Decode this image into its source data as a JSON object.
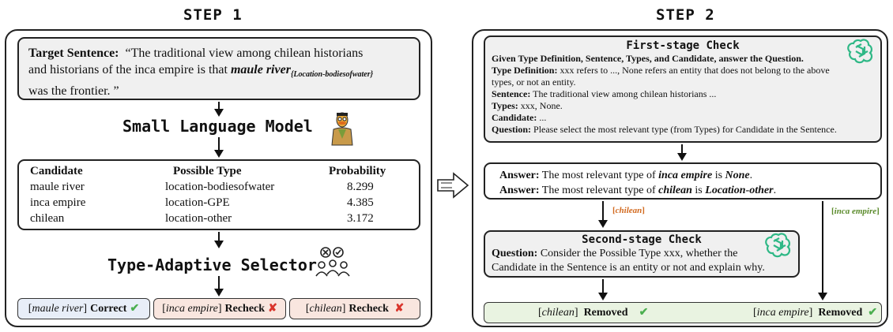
{
  "step1": {
    "title": "STEP 1",
    "target_label": "Target Sentence:",
    "target_text_1": "“The traditional view among chilean historians",
    "target_text_2": "and historians of the inca empire is that",
    "target_entity": "maule river",
    "target_subscript": "{Location-bodiesofwater}",
    "target_text_3": "was the frontier. ”",
    "slm_label": "Small Language Model",
    "table": {
      "headers": [
        "Candidate",
        "Possible Type",
        "Probability"
      ],
      "rows": [
        [
          "maule river",
          "location-bodiesofwater",
          "8.299"
        ],
        [
          "inca empire",
          "location-GPE",
          "4.385"
        ],
        [
          "chilean",
          "location-other",
          "3.172"
        ]
      ]
    },
    "selector_label": "Type-Adaptive Selector",
    "results": [
      {
        "entity": "maule river",
        "verdict": "Correct",
        "status": "ok",
        "color": "#e8eef8"
      },
      {
        "entity": "inca empire",
        "verdict": "Recheck",
        "status": "bad",
        "color": "#f9e6df"
      },
      {
        "entity": "chilean",
        "verdict": "Recheck",
        "status": "bad",
        "color": "#f9e6df"
      }
    ]
  },
  "step2": {
    "title": "STEP 2",
    "first_check": {
      "title": "First-stage Check",
      "instruction": "Given Type Definition, Sentence, Types, and Candidate, answer the Question.",
      "type_def_label": "Type Definition:",
      "type_def_text": "xxx refers to ..., None refers an entity that does not belong to the above",
      "type_def_text2": "types, or not an entity.",
      "sentence_label": "Sentence:",
      "sentence_text": "The traditional view among chilean historians ...",
      "types_label": "Types:",
      "types_text": "xxx, None.",
      "candidate_label": "Candidate:",
      "candidate_text": "...",
      "question_label": "Question:",
      "question_text": "Please select the most relevant type (from Types) for Candidate in the Sentence."
    },
    "answers": [
      {
        "label": "Answer:",
        "prefix": "The most relevant type of",
        "entity": "inca empire",
        "mid": "is",
        "type": "None",
        "suffix": "."
      },
      {
        "label": "Answer:",
        "prefix": "The most relevant type of",
        "entity": "chilean",
        "mid": "is",
        "type": "Location-other",
        "suffix": "."
      }
    ],
    "branch_left": "chilean",
    "branch_right": "inca empire",
    "branch_left_color": "#d2691e",
    "branch_right_color": "#5a8a2a",
    "second_check": {
      "title": "Second-stage Check",
      "question_label": "Question:",
      "question_text_1": "Consider the Possible Type xxx, whether the",
      "question_text_2": "Candidate in the Sentence is an entity or not and explain why."
    },
    "final": [
      {
        "entity": "chilean",
        "verdict": "Removed"
      },
      {
        "entity": "inca empire",
        "verdict": "Removed"
      }
    ],
    "final_color": "#e9f3e1"
  }
}
